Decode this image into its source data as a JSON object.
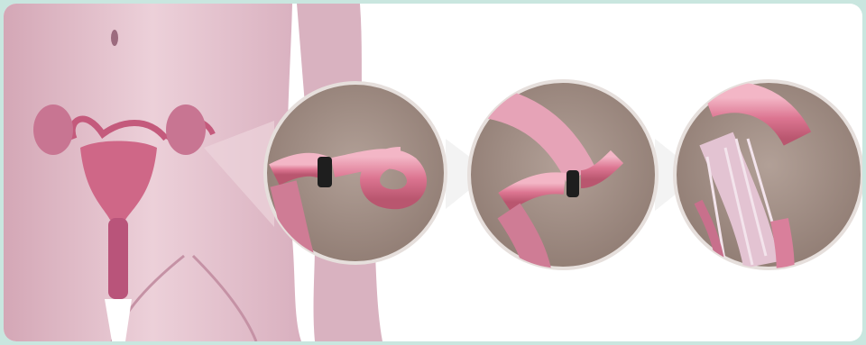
{
  "image": {
    "subject": "tubal-ligation-medical-illustration",
    "stages": [
      {
        "id": "stage-1",
        "label": ""
      },
      {
        "id": "stage-2",
        "label": ""
      },
      {
        "id": "stage-3",
        "label": ""
      }
    ]
  },
  "colors": {
    "frame_border": "#c9e6df",
    "background": "#ffffff",
    "skin": "#e7c9d3",
    "skin_shadow": "#c99aab",
    "tissue": "#d86b8a",
    "tissue_light": "#efa3b8",
    "circle_bg": "#a39087",
    "clip": "#1e1e1e"
  }
}
